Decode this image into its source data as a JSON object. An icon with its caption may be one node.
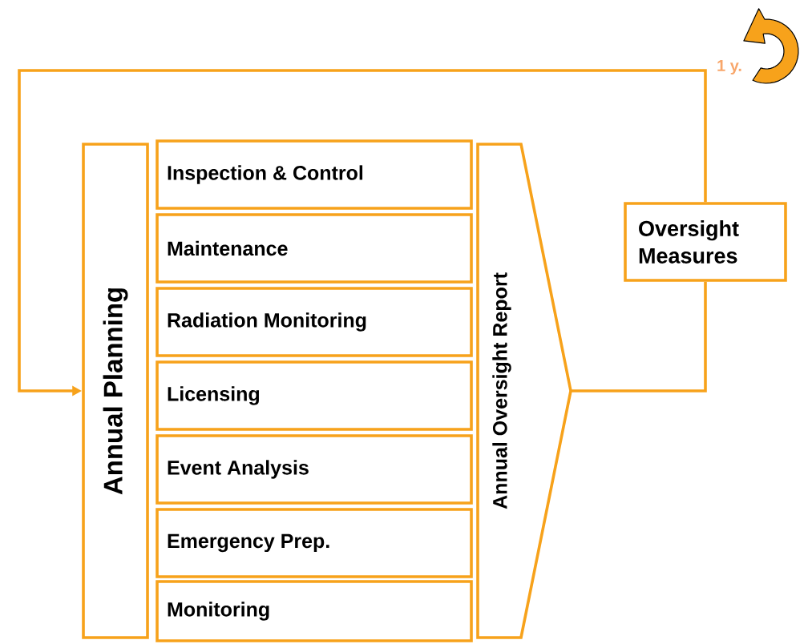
{
  "diagram": {
    "nodes": [
      {
        "text": [
          "Annual Planning"
        ]
      },
      {
        "text": [
          "Inspection & Control"
        ]
      },
      {
        "text": [
          "Maintenance"
        ]
      },
      {
        "text": [
          "Radiation Monitoring"
        ]
      },
      {
        "text": [
          "Licensing"
        ]
      },
      {
        "text": [
          "Event Analysis"
        ]
      },
      {
        "text": [
          "Emergency Prep."
        ]
      },
      {
        "text": [
          "Monitoring"
        ]
      },
      {
        "text": [
          "Annual Oversight Report"
        ]
      },
      {
        "text": [
          "Oversight Measures"
        ]
      }
    ],
    "edges": [
      {
        "from": 8,
        "to": 9,
        "arrow": "none"
      },
      {
        "from": 9,
        "to": 0,
        "arrow": "to",
        "label": "1 y."
      }
    ]
  }
}
